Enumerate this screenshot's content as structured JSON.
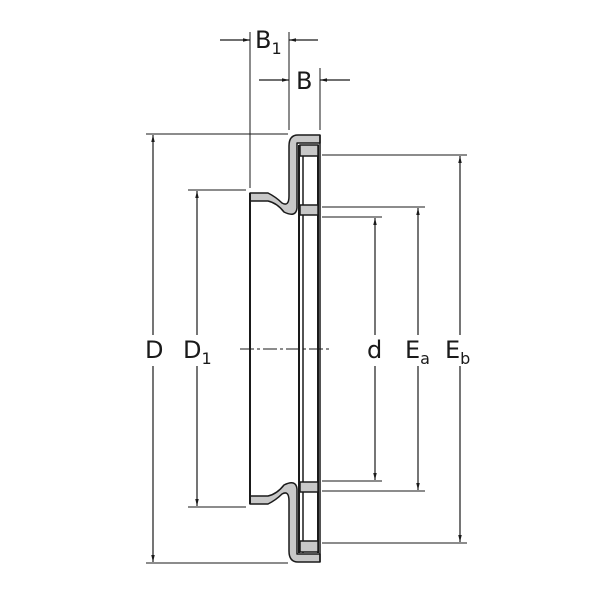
{
  "drawing": {
    "type": "axial-bearing-cross-section",
    "colors": {
      "line": "#1a1a1a",
      "fill": "#c8c8c8",
      "background": "#ffffff"
    },
    "dimensions": {
      "B1": {
        "base": "B",
        "sub": "1"
      },
      "B": {
        "base": "B",
        "sub": ""
      },
      "D": {
        "base": "D",
        "sub": ""
      },
      "D1": {
        "base": "D",
        "sub": "1"
      },
      "d": {
        "base": "d",
        "sub": ""
      },
      "Ea": {
        "base": "E",
        "sub": "a"
      },
      "Eb": {
        "base": "E",
        "sub": "b"
      }
    }
  }
}
